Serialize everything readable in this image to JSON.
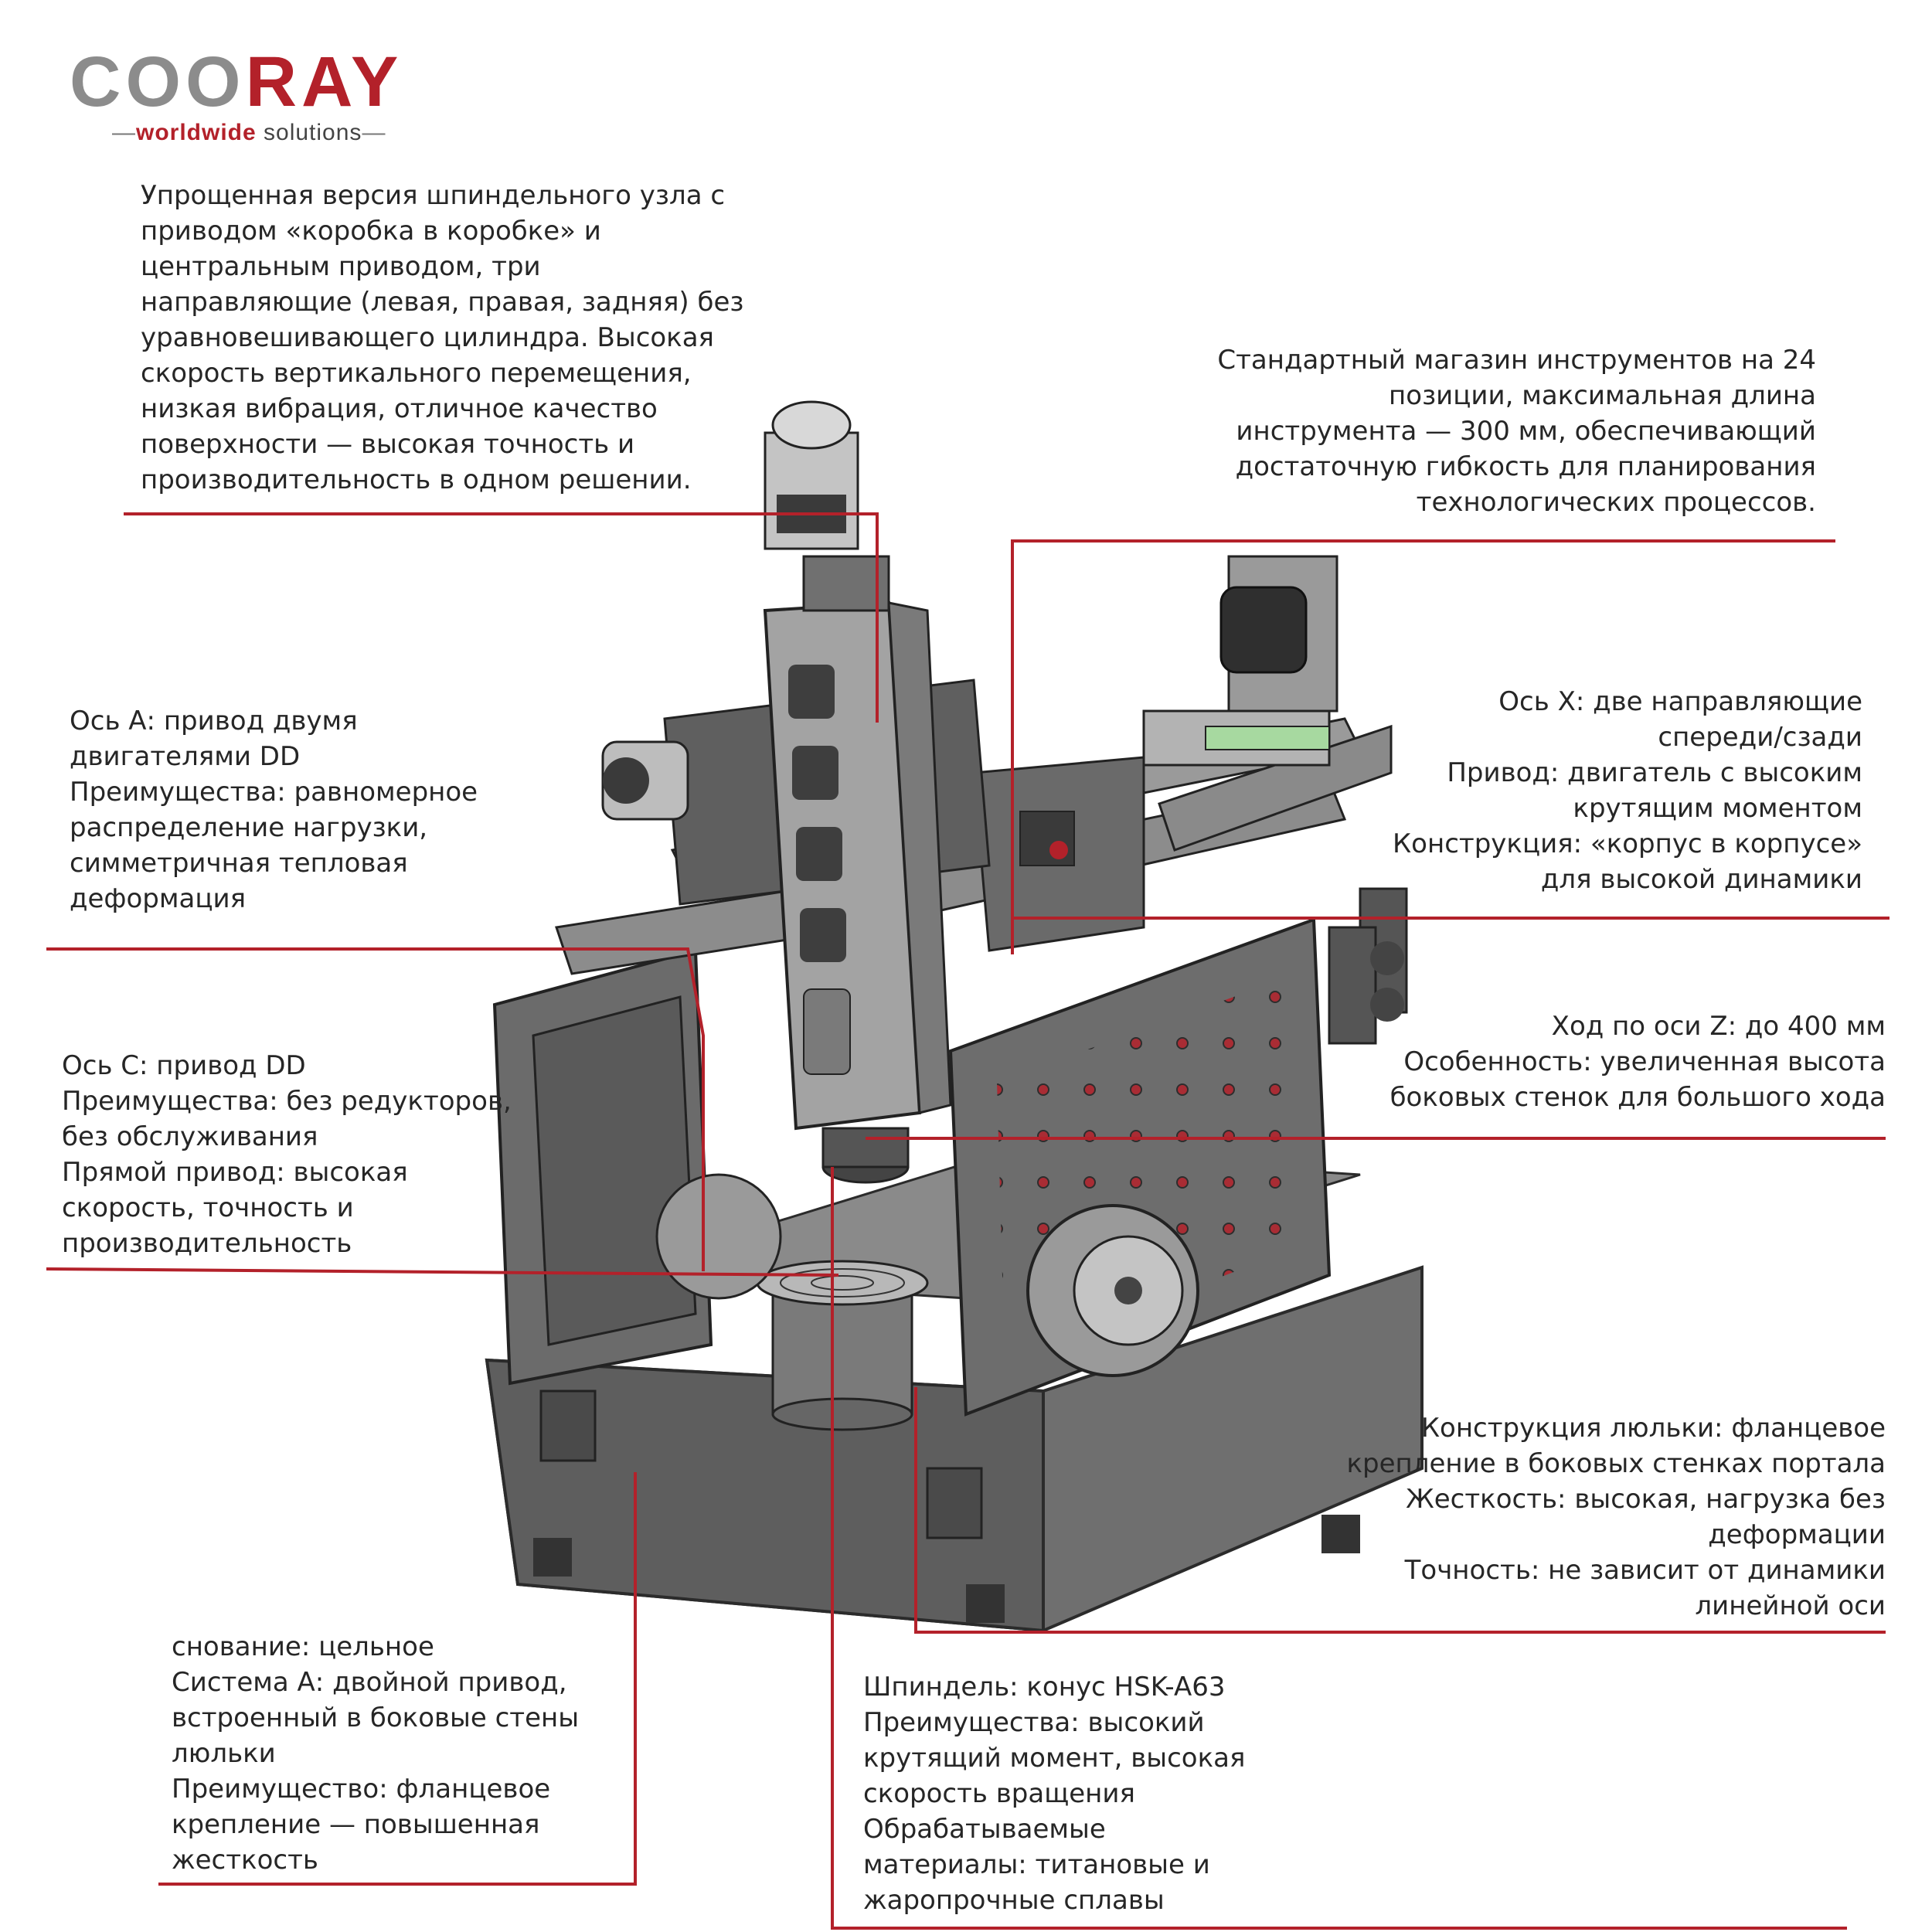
{
  "logo": {
    "word_grey": "COO",
    "word_red": "RAY",
    "tagline_bold": "worldwide",
    "tagline_rest": " solutions"
  },
  "callouts": {
    "spindle_unit": "Упрощенная версия шпиндельного узла с\nприводом «коробка в коробке» и\nцентральным приводом, три\nнаправляющие (левая, правая, задняя) без\nуравновешивающего цилиндра. Высокая\nскорость вертикального перемещения,\nнизкая вибрация, отличное качество\nповерхности — высокая точность и\nпроизводительность в одном решении.",
    "tool_magazine": "Стандартный магазин инструментов на 24\nпозиции, максимальная длина\nинструмента — 300 мм, обеспечивающий\nдостаточную гибкость для планирования\nтехнологических процессов.",
    "axis_a": "Ось А: привод двумя\nдвигателями DD\nПреимущества: равномерное\nраспределение нагрузки,\nсимметричная тепловая\nдеформация",
    "axis_x": "Ось X: две направляющие\nспереди/сзади\nПривод: двигатель с высоким\nкрутящим моментом\nКонструкция: «корпус в корпусе»\nдля высокой динамики",
    "axis_c": "Ось С: привод DD\nПреимущества: без редукторов,\nбез обслуживания\nПрямой привод: высокая\nскорость, точность и\nпроизводительность",
    "axis_z": "Ход по оси Z: до 400 мм\nОсобенность: увеличенная высота\nбоковых стенок для большого хода",
    "cradle": "Конструкция люльки: фланцевое\nкрепление в боковых стенках портала\nЖесткость: высокая, нагрузка без\nдеформации\nТочность: не зависит от динамики\nлинейной оси",
    "base": "снование: цельное\nСистема А: двойной привод,\nвстроенный в боковые стены\nлюльки\nПреимущество: фланцевое\nкрепление — повышенная\nжесткость",
    "spindle": "Шпиндель: конус HSK-A63\nПреимущества: высокий\nкрутящий момент, высокая\nскорость вращения\nОбрабатываемые\nматериалы: титановые и\nжаропрочные сплавы"
  },
  "colors": {
    "accent_red": "#b3212a",
    "machine_grey": "#7a7a7a",
    "machine_dark": "#4a4a4a",
    "machine_light": "#b8b8b8"
  }
}
